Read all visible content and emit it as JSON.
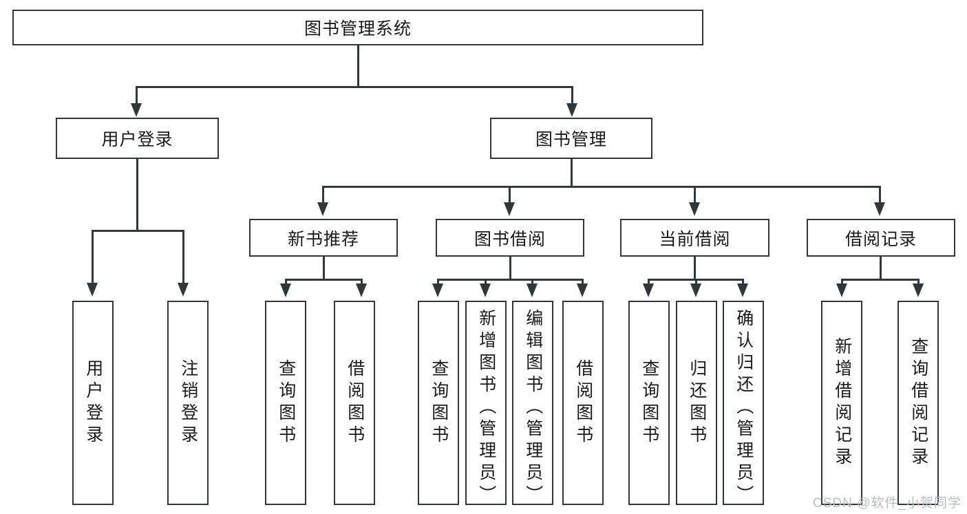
{
  "diagram": {
    "type": "tree",
    "title": "图书管理系统",
    "watermark": "CSDN @软件_小贺同学",
    "colors": {
      "stroke": "#32373b",
      "fill": "#ffffff",
      "text": "#1a1a1a",
      "watermark": "#b9bcc0"
    },
    "nodes": {
      "root": "图书管理系统",
      "level2": {
        "user_login": "用户登录",
        "book_manage": "图书管理"
      },
      "level3": {
        "new_book_recommend": "新书推荐",
        "book_borrow": "图书借阅",
        "current_borrow": "当前借阅",
        "borrow_record": "借阅记录"
      },
      "leaves": {
        "user_login_1": "用户登录",
        "user_login_2": "注销登录",
        "new_book_1": "查询图书",
        "new_book_2": "借阅图书",
        "borrow_1": "查询图书",
        "borrow_2": "新增图书（管理员）",
        "borrow_3": "编辑图书（管理员）",
        "borrow_4": "借阅图书",
        "current_1": "查询图书",
        "current_2": "归还图书",
        "current_3": "确认归还（管理员）",
        "record_1": "新增借阅记录",
        "record_2": "查询借阅记录"
      }
    }
  }
}
